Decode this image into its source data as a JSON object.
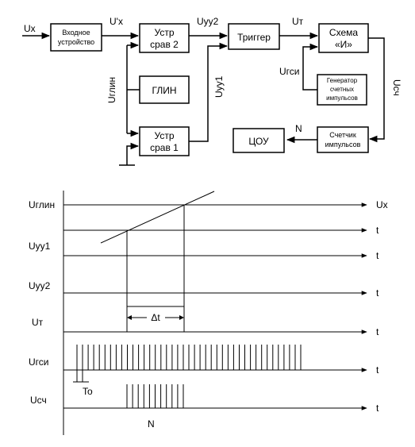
{
  "blocks": {
    "input_device": [
      "Входное",
      "устройство"
    ],
    "comparator2": [
      "Устр",
      "срав 2"
    ],
    "trigger": "Триггер",
    "and_gate": [
      "Схема",
      "«И»"
    ],
    "glin": "ГЛИН",
    "comparator1": [
      "Устр",
      "срав 1"
    ],
    "generator": [
      "Генератор",
      "счетных",
      "импульсов"
    ],
    "counter": [
      "Счетчик",
      "импульсов"
    ],
    "display": "ЦОУ"
  },
  "signals": {
    "ux": "Ux",
    "ux_prime": "U'x",
    "uyy2": "Uyy2",
    "ut": "Uт",
    "uglin": "Uглин",
    "uyy1": "Uyy1",
    "ugsi": "Uгси",
    "usch": "Uсч",
    "n": "N"
  },
  "timing": {
    "rows": [
      {
        "label": "Uглин",
        "axis_end": "Ux"
      },
      {
        "label": "",
        "axis_end": "t"
      },
      {
        "label": "Uyy1",
        "axis_end": "t"
      },
      {
        "label": "Uyy2",
        "axis_end": "t"
      },
      {
        "label": "Uт",
        "axis_end": "t"
      },
      {
        "label": "Uгси",
        "axis_end": "t"
      },
      {
        "label": "Uсч",
        "axis_end": "t"
      }
    ],
    "delta_t": "Δt",
    "period": "To",
    "count": "N"
  }
}
